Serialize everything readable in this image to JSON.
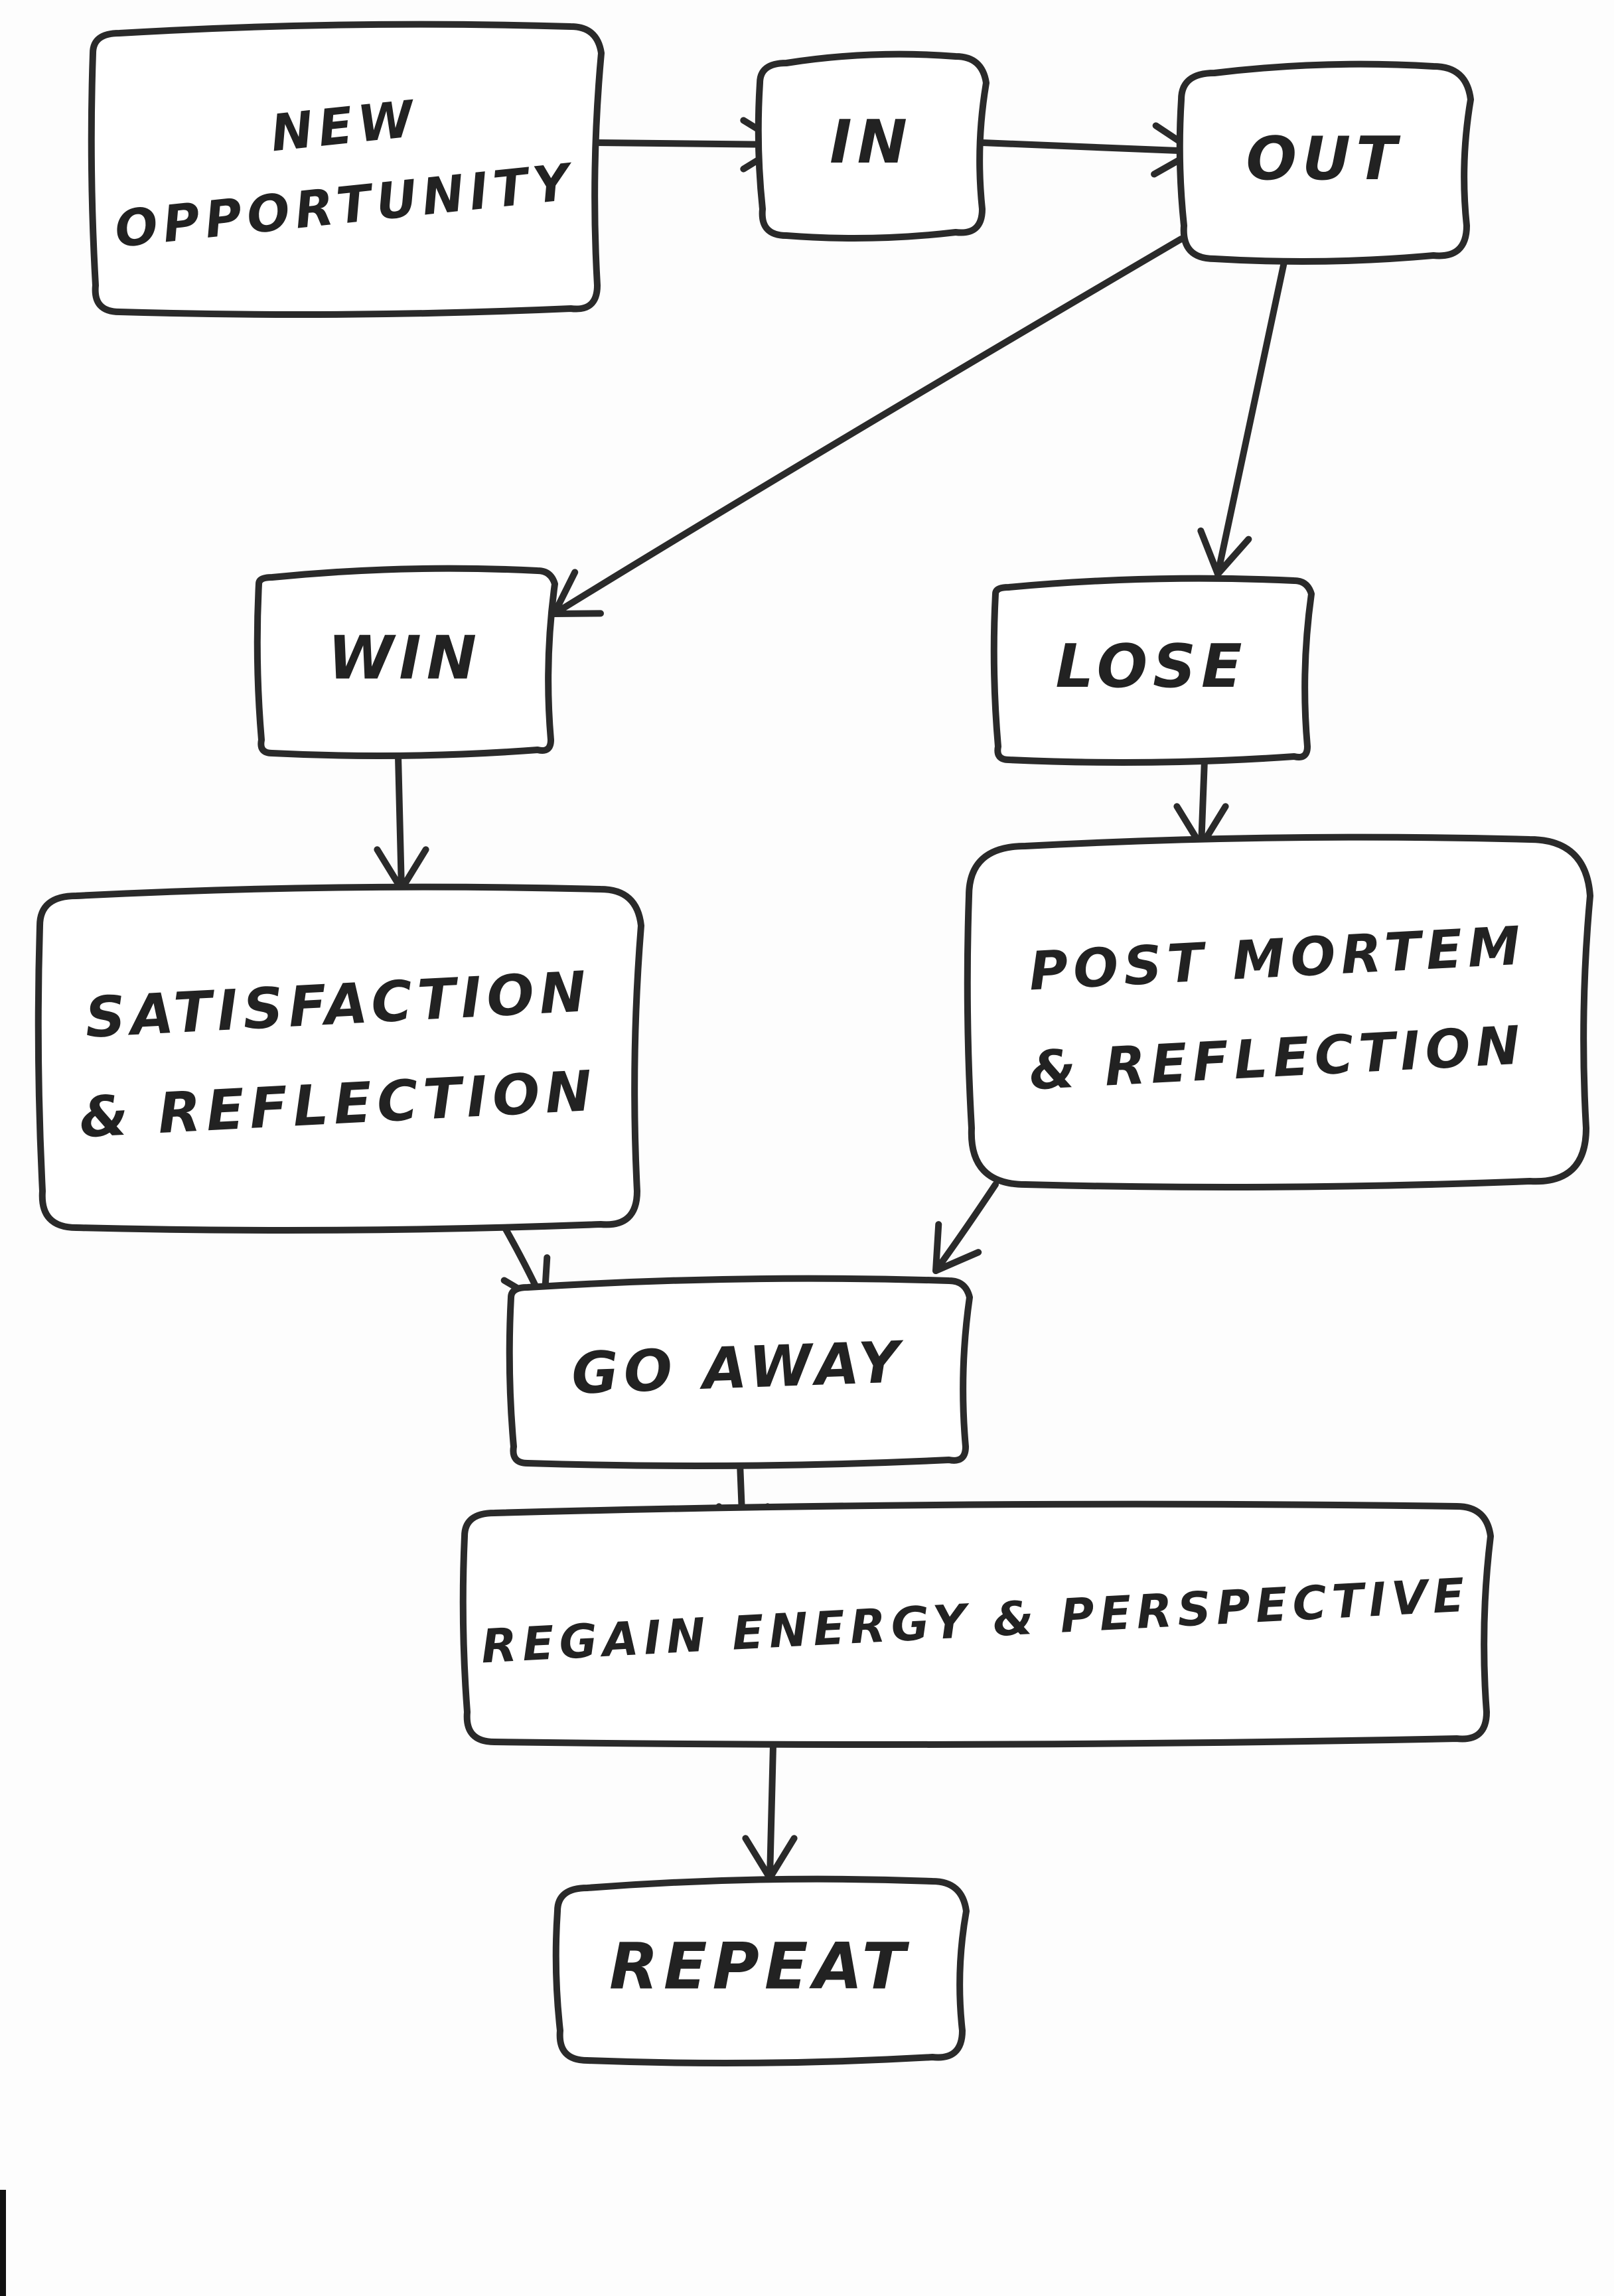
{
  "diagram": {
    "nodes": [
      {
        "id": "new-opportunity",
        "lines": [
          "NEW",
          "OPPORTUNITY"
        ]
      },
      {
        "id": "in",
        "lines": [
          "IN"
        ]
      },
      {
        "id": "out",
        "lines": [
          "OUT"
        ]
      },
      {
        "id": "win",
        "lines": [
          "WIN"
        ]
      },
      {
        "id": "lose",
        "lines": [
          "LOSE"
        ]
      },
      {
        "id": "satisfaction-reflection",
        "lines": [
          "SATISFACTION",
          "& REFLECTION"
        ]
      },
      {
        "id": "post-mortem-reflection",
        "lines": [
          "POST MORTEM",
          "& REFLECTION"
        ]
      },
      {
        "id": "go-away",
        "lines": [
          "GO AWAY"
        ]
      },
      {
        "id": "regain-energy-perspective",
        "lines": [
          "REGAIN ENERGY & PERSPECTIVE"
        ]
      },
      {
        "id": "repeat",
        "lines": [
          "REPEAT"
        ]
      }
    ],
    "edges": [
      {
        "from": "new-opportunity",
        "to": "in"
      },
      {
        "from": "in",
        "to": "out"
      },
      {
        "from": "out",
        "to": "win"
      },
      {
        "from": "out",
        "to": "lose"
      },
      {
        "from": "win",
        "to": "satisfaction-reflection"
      },
      {
        "from": "lose",
        "to": "post-mortem-reflection"
      },
      {
        "from": "satisfaction-reflection",
        "to": "go-away"
      },
      {
        "from": "post-mortem-reflection",
        "to": "go-away"
      },
      {
        "from": "go-away",
        "to": "regain-energy-perspective"
      },
      {
        "from": "regain-energy-perspective",
        "to": "repeat"
      }
    ]
  }
}
